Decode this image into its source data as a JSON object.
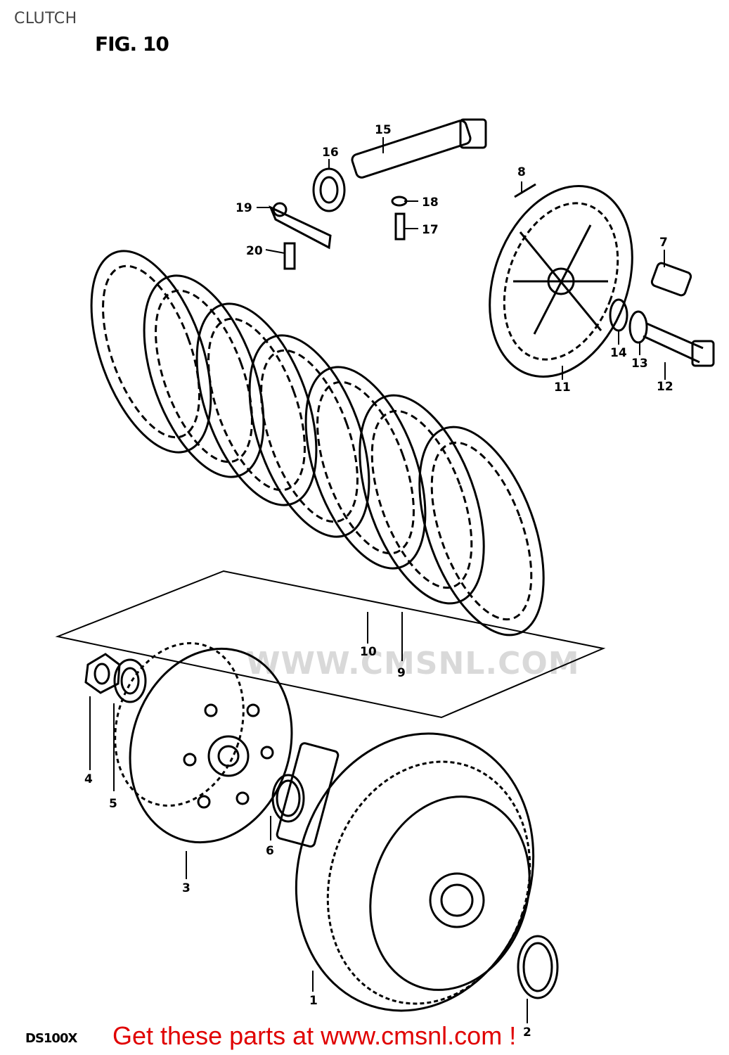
{
  "header": {
    "title": "CLUTCH",
    "figure": "FIG. 10"
  },
  "footer": {
    "model": "DS100X",
    "promo": "Get these parts at www.cmsnl.com !"
  },
  "watermark": {
    "text": "WWW.CMSNL.COM"
  },
  "callouts": [
    "1",
    "2",
    "3",
    "4",
    "5",
    "6",
    "7",
    "8",
    "9",
    "10",
    "11",
    "12",
    "13",
    "14",
    "15",
    "16",
    "17",
    "18",
    "19",
    "20"
  ],
  "colors": {
    "line": "#000000",
    "promo": "#e00000",
    "watermark": "#d9d9d9"
  }
}
